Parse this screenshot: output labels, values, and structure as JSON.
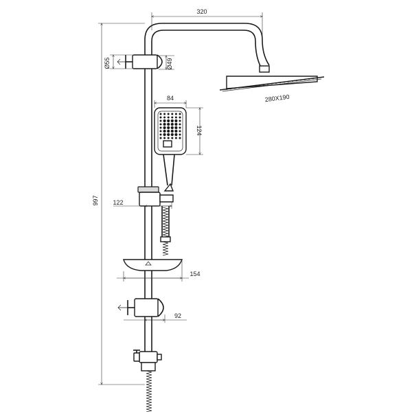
{
  "dimensions": {
    "top_width": "320",
    "bracket_dia": "Ø55",
    "pipe_dia": "Ø49",
    "handshower_width": "84",
    "handshower_height": "124",
    "head_size": "280X190",
    "slider_offset": "122",
    "tray_width": "154",
    "overall_height": "997",
    "lower_bracket": "92"
  },
  "icons": {
    "shower-head": "shower-head-icon",
    "hand-shower": "hand-shower-icon",
    "soap-tray": "soap-tray-icon",
    "wall-bracket": "wall-bracket-icon",
    "diverter": "diverter-valve-icon",
    "hose": "hose-icon"
  }
}
